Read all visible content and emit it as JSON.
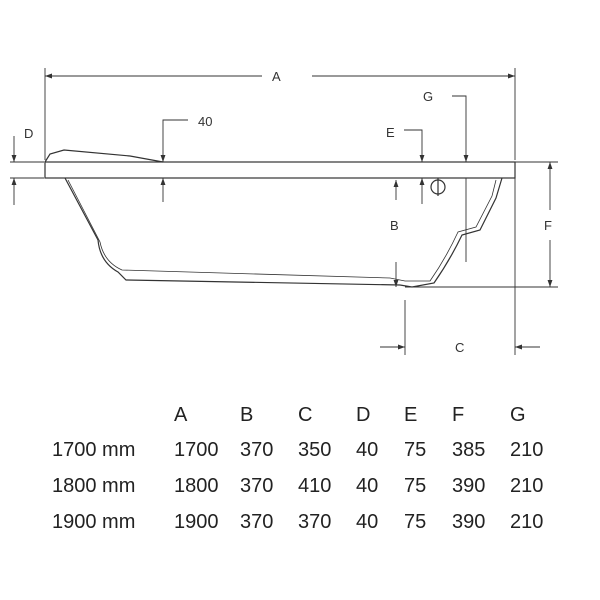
{
  "drawing": {
    "labels": {
      "A": "A",
      "B": "B",
      "C": "C",
      "D": "D",
      "E": "E",
      "F": "F",
      "G": "G",
      "rim": "40"
    }
  },
  "table": {
    "columns": [
      "",
      "A",
      "B",
      "C",
      "D",
      "E",
      "F",
      "G"
    ],
    "rows": [
      {
        "size": "1700 mm",
        "values": [
          "1700",
          "370",
          "350",
          "40",
          "75",
          "385",
          "210"
        ]
      },
      {
        "size": "1800 mm",
        "values": [
          "1800",
          "370",
          "410",
          "40",
          "75",
          "390",
          "210"
        ]
      },
      {
        "size": "1900 mm",
        "values": [
          "1900",
          "370",
          "370",
          "40",
          "75",
          "390",
          "210"
        ]
      }
    ]
  }
}
